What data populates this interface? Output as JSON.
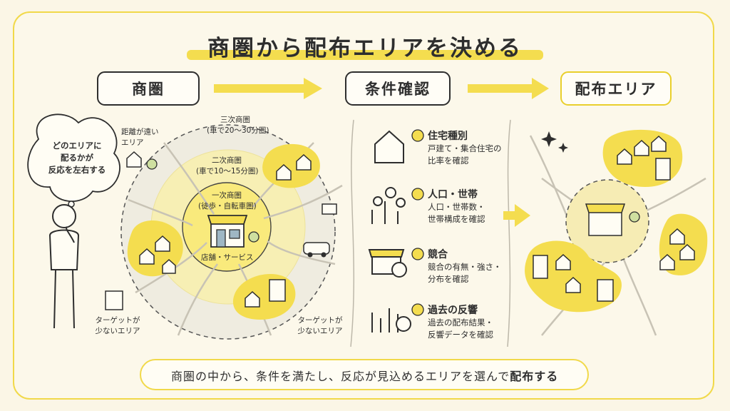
{
  "title": "商圏から配布エリアを決める",
  "flow": {
    "step1": "商圏",
    "step2": "条件確認",
    "step3": "配布エリア"
  },
  "speech_bubble": [
    "どのエリアに",
    "配るかが",
    "反応を左右する"
  ],
  "rings": {
    "tertiary": [
      "三次商圏",
      "(車で20〜30分圏)"
    ],
    "secondary": [
      "二次商圏",
      "(車で10〜15分圏)"
    ],
    "primary": [
      "一次商圏",
      "(徒歩・自転車圏)"
    ],
    "store_label": "店舗・サービス"
  },
  "side_labels": {
    "far_area": [
      "距離が遠い",
      "エリア"
    ],
    "few_targets_left": [
      "ターゲットが",
      "少ないエリア"
    ],
    "few_targets_right": [
      "ターゲットが",
      "少ないエリア"
    ]
  },
  "conditions": [
    {
      "title": "住宅種別",
      "desc": [
        "戸建て・集合住宅の",
        "比率を確認"
      ]
    },
    {
      "title": "人口・世帯",
      "desc": [
        "人口・世帯数・",
        "世帯構成を確認"
      ]
    },
    {
      "title": "競合",
      "desc": [
        "競合の有無・強さ・",
        "分布を確認"
      ]
    },
    {
      "title": "過去の反響",
      "desc": [
        "過去の配布結果・",
        "反響データを確認"
      ]
    }
  ],
  "summary": {
    "lead": "商圏の中から、条件を満たし、反応が見込めるエリアを選んで",
    "emphasis": "配布する"
  },
  "colors": {
    "accent_yellow": "#f4dd4f",
    "ring_outer": "#efece0",
    "ring_mid": "#f7efb4",
    "ring_inner": "#f9ea7c",
    "ink": "#2e2e2e"
  }
}
